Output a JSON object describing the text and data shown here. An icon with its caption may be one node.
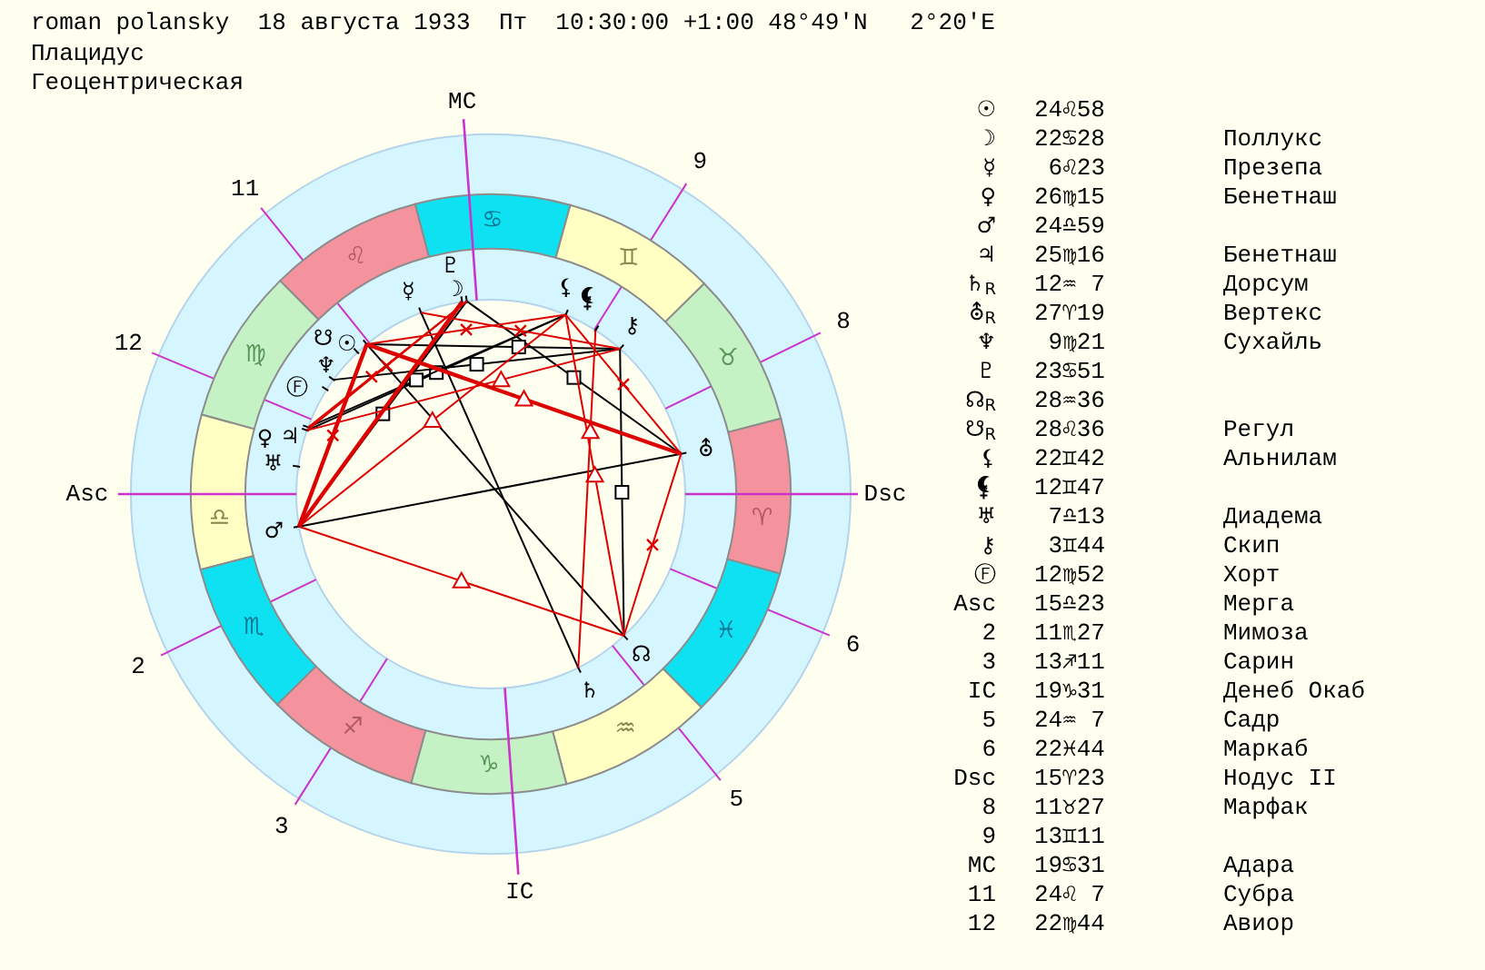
{
  "diagram": {
    "title": "roman polansky  18 августа 1933  Пт  10:30:00 +1:00 48°49'N   2°20'E",
    "nodes": [
      {
        "text": [
          "♋"
        ]
      },
      {
        "text": [
          "♌"
        ]
      },
      {
        "text": [
          "♊"
        ]
      },
      {
        "text": [
          "♍"
        ]
      },
      {
        "text": [
          "♉"
        ]
      },
      {
        "text": [
          "♎"
        ]
      },
      {
        "text": [
          "♈"
        ]
      },
      {
        "text": [
          "♏"
        ]
      },
      {
        "text": [
          "♓"
        ]
      },
      {
        "text": [
          "♐"
        ]
      },
      {
        "text": [
          "♒"
        ]
      },
      {
        "text": [
          "♑"
        ]
      }
    ],
    "labels": [
      "Плацидус",
      "Геоцентрическая",
      "MC",
      "11",
      "9",
      "12",
      "8",
      "Asc",
      "Dsc",
      "2",
      "6",
      "3",
      "5",
      "IC",
      "♇",
      "☿",
      "☽",
      "⚸",
      "⚷",
      "☋",
      "☉",
      "♆",
      "Ⓕ",
      "♀",
      "♃",
      "♅",
      "⛢",
      "♂",
      "☊",
      "♄",
      "☉",
      "24♌58",
      "☽",
      "22♋28",
      "Поллукс",
      "☿",
      "6♌23",
      "Презепа",
      "♀",
      "26♍15",
      "Бенетнаш",
      "♂",
      "24♎59",
      "♃",
      "25♍16",
      "Бенетнаш",
      "♄$_{R}$",
      "12♒ 7",
      "Дорсум",
      "⛢$_{R}$",
      "27♈19",
      "Вертекс",
      "♆",
      "9♍21",
      "Сухайль",
      "♇",
      "23♋51",
      "☊$_{R}$",
      "28♒36",
      "☋$_{R}$",
      "28♌36",
      "Регул",
      "⚸",
      "22♊42",
      "Альнилам",
      "12♊47",
      "♅",
      "7♎13",
      "Диадема",
      "⚷",
      "3♊44",
      "Скип",
      "Ⓕ",
      "12♍52",
      "Хорт",
      "Asc",
      "15♎23",
      "Мерга",
      "2",
      "11♏27",
      "Мимоза",
      "3",
      "13♐11",
      "Сарин",
      "IC",
      "19♑31",
      "Денеб Окаб",
      "5",
      "24♒ 7",
      "Садр",
      "6",
      "22♓44",
      "Маркаб",
      "Dsc",
      "15♈23",
      "Нодус II",
      "8",
      "11♉27",
      "Марфак",
      "9",
      "13♊11",
      "MC",
      "19♋31",
      "Адара",
      "11",
      "24♌ 7",
      "Субра",
      "12",
      "22♍44",
      "Авиор"
    ]
  }
}
